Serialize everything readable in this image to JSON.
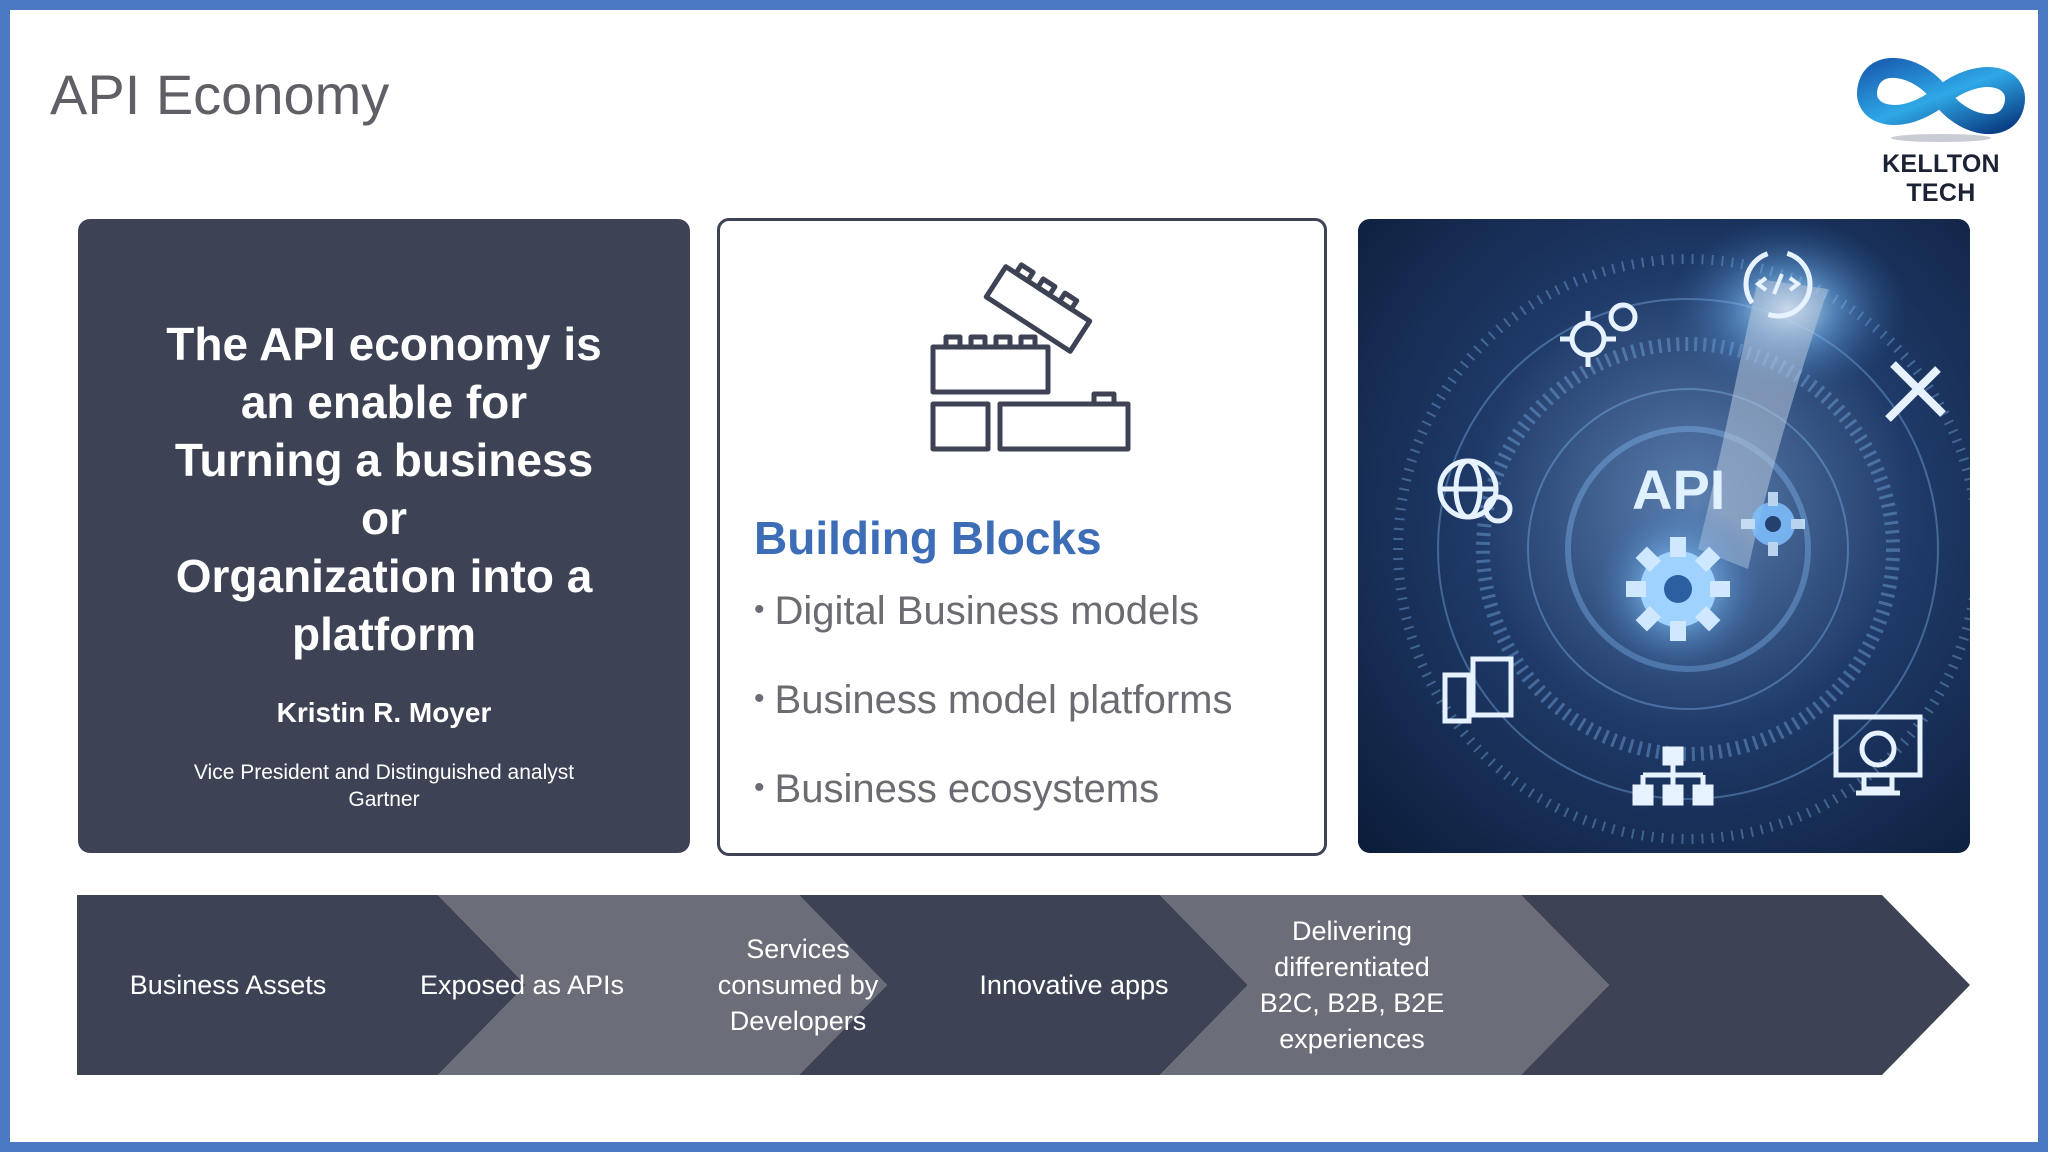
{
  "slide": {
    "title": "API Economy",
    "logo": {
      "name": "KELLTON TECH",
      "icon": "infinity-logo-icon"
    }
  },
  "quote_card": {
    "lines": [
      "The API economy is",
      "an enable for",
      "Turning a business",
      "or",
      "Organization into a",
      "platform"
    ],
    "author": "Kristin R. Moyer",
    "role_lines": [
      "Vice President and Distinguished analyst",
      "Gartner"
    ]
  },
  "blocks_card": {
    "icon": "building-blocks-icon",
    "heading": "Building Blocks",
    "items": [
      "Digital Business models",
      "Business model platforms",
      "Business ecosystems"
    ],
    "bullet": "•"
  },
  "hero_image": {
    "overlay_text": "API",
    "icons": [
      "gear-icon",
      "code-sync-icon",
      "wrench-icon",
      "globe-gear-icon",
      "devices-icon",
      "hierarchy-icon",
      "monitor-icon"
    ]
  },
  "process_flow": {
    "steps": [
      {
        "lines": [
          "Business Assets"
        ],
        "color": "#3d4354"
      },
      {
        "lines": [
          "Exposed as APIs"
        ],
        "color": "#6b6d78"
      },
      {
        "lines": [
          "Services",
          "consumed by",
          "Developers"
        ],
        "color": "#3d4354"
      },
      {
        "lines": [
          "Innovative apps"
        ],
        "color": "#6b6d78"
      },
      {
        "lines": [
          "Delivering",
          "differentiated",
          "B2C, B2B, B2E",
          "experiences"
        ],
        "color": "#3d4354"
      }
    ]
  },
  "colors": {
    "frame": "#4a78c2",
    "dark_panel": "#3d4354",
    "mid_panel": "#6b6d78",
    "accent_blue": "#3c6db6",
    "title_gray": "#5f5f66"
  }
}
